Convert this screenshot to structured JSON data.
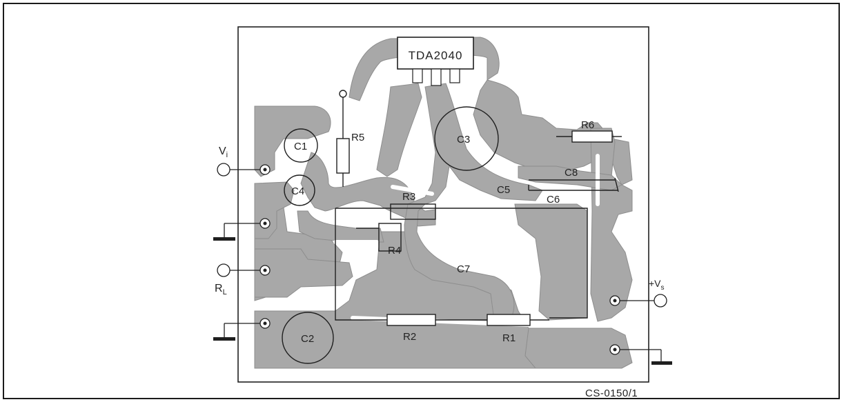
{
  "colors": {
    "copper": "#a8a8a8",
    "trace_edge": "#8d8d8d",
    "board": "#ffffff",
    "ink": "#1f1f1f",
    "frame": "#1a1a1a"
  },
  "ic": {
    "label": "TDA2040"
  },
  "components": {
    "r5": "R5",
    "r6": "R6",
    "r3": "R3",
    "r4": "R4",
    "r2": "R2",
    "r1": "R1",
    "c1": "C1",
    "c3": "C3",
    "c4": "C4",
    "c2": "C2",
    "c5": "C5",
    "c6": "C6",
    "c7": "C7",
    "c8": "C8"
  },
  "terminals": {
    "vi": {
      "main": "V",
      "sub": "i"
    },
    "rl": {
      "main": "R",
      "sub": "L"
    },
    "vs": {
      "main": "+V",
      "sub": "s"
    }
  },
  "footer": {
    "code": "CS-0150/1"
  }
}
